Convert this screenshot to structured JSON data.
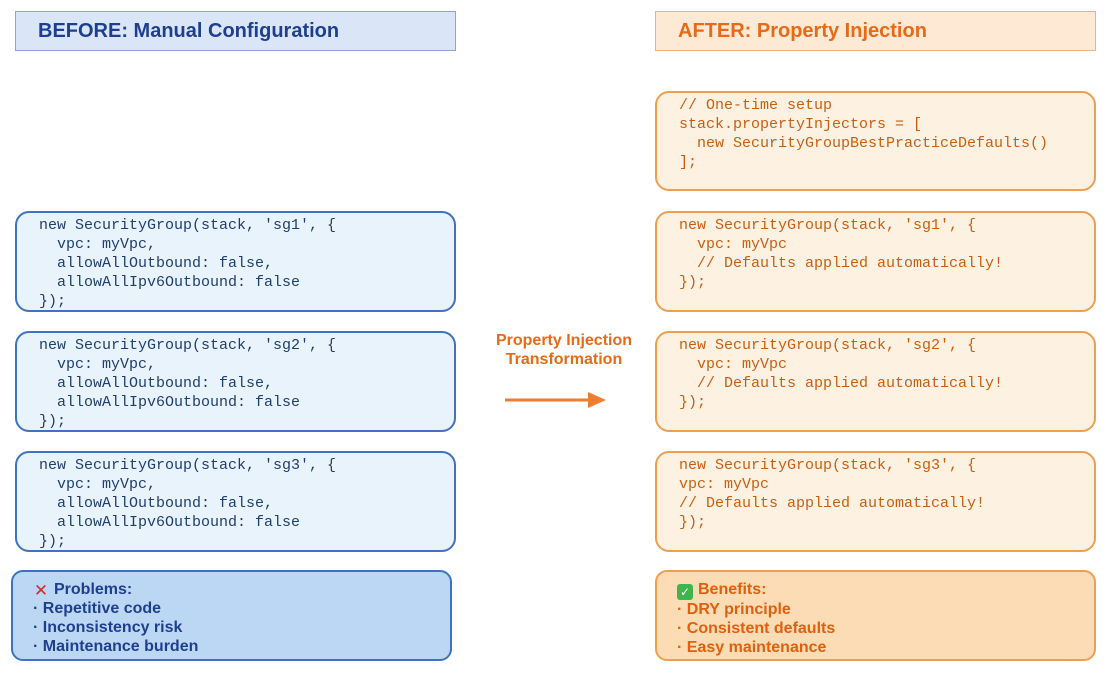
{
  "before": {
    "title": "BEFORE: Manual Configuration",
    "blocks": [
      [
        "new SecurityGroup(stack, 'sg1', {",
        "  vpc: myVpc,",
        "  allowAllOutbound: false,",
        "  allowAllIpv6Outbound: false",
        "});"
      ],
      [
        "new SecurityGroup(stack, 'sg2', {",
        "  vpc: myVpc,",
        "  allowAllOutbound: false,",
        "  allowAllIpv6Outbound: false",
        "});"
      ],
      [
        "new SecurityGroup(stack, 'sg3', {",
        "  vpc: myVpc,",
        "  allowAllOutbound: false,",
        "  allowAllIpv6Outbound: false",
        "});"
      ]
    ],
    "problems": {
      "icon": "cross-mark-icon",
      "heading": "Problems:",
      "items": [
        "Repetitive code",
        "Inconsistency risk",
        "Maintenance burden"
      ]
    }
  },
  "transformation": {
    "label_line1": "Property Injection",
    "label_line2": "Transformation",
    "arrow_color": "#ed7d31"
  },
  "after": {
    "title": "AFTER: Property Injection",
    "setup": [
      "// One-time setup",
      "stack.propertyInjectors = [",
      "  new SecurityGroupBestPracticeDefaults()",
      "];"
    ],
    "blocks": [
      [
        "new SecurityGroup(stack, 'sg1', {",
        "  vpc: myVpc",
        "  // Defaults applied automatically!",
        "});"
      ],
      [
        "new SecurityGroup(stack, 'sg2', {",
        "  vpc: myVpc",
        "  // Defaults applied automatically!",
        "});"
      ],
      [
        "new SecurityGroup(stack, 'sg3', {",
        "vpc: myVpc",
        "// Defaults applied automatically!",
        "});"
      ]
    ],
    "benefits": {
      "icon": "check-mark-icon",
      "heading": "Benefits:",
      "items": [
        "DRY principle",
        "Consistent defaults",
        "Easy maintenance"
      ]
    }
  },
  "colors": {
    "before_accent": "#1e3f8e",
    "after_accent": "#e86a16"
  }
}
